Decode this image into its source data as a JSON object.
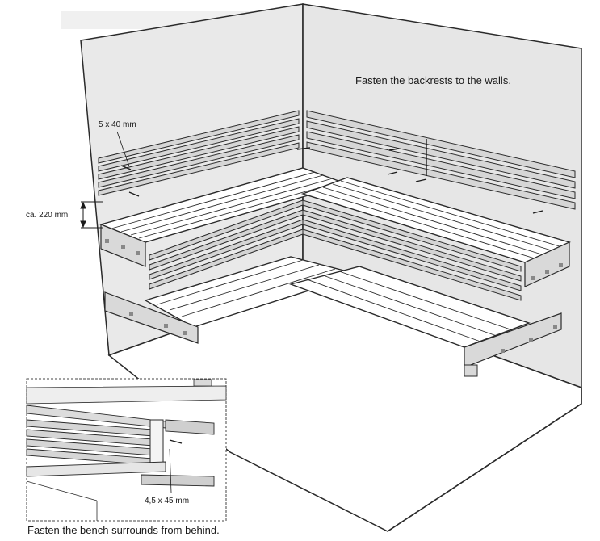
{
  "labels": {
    "main_instruction": "Fasten the backrests to the walls.",
    "slat_dimension": "5 x 40 mm",
    "bench_height": "ca. 220 mm",
    "screw_dimension": "4,5 x 45 mm",
    "inset_instruction": "Fasten the bench surrounds from behind."
  },
  "colors": {
    "wall": "#e8e8e8",
    "floor": "#ffffff",
    "slat": "#d9d9d9",
    "outline": "#2a2a2a"
  }
}
